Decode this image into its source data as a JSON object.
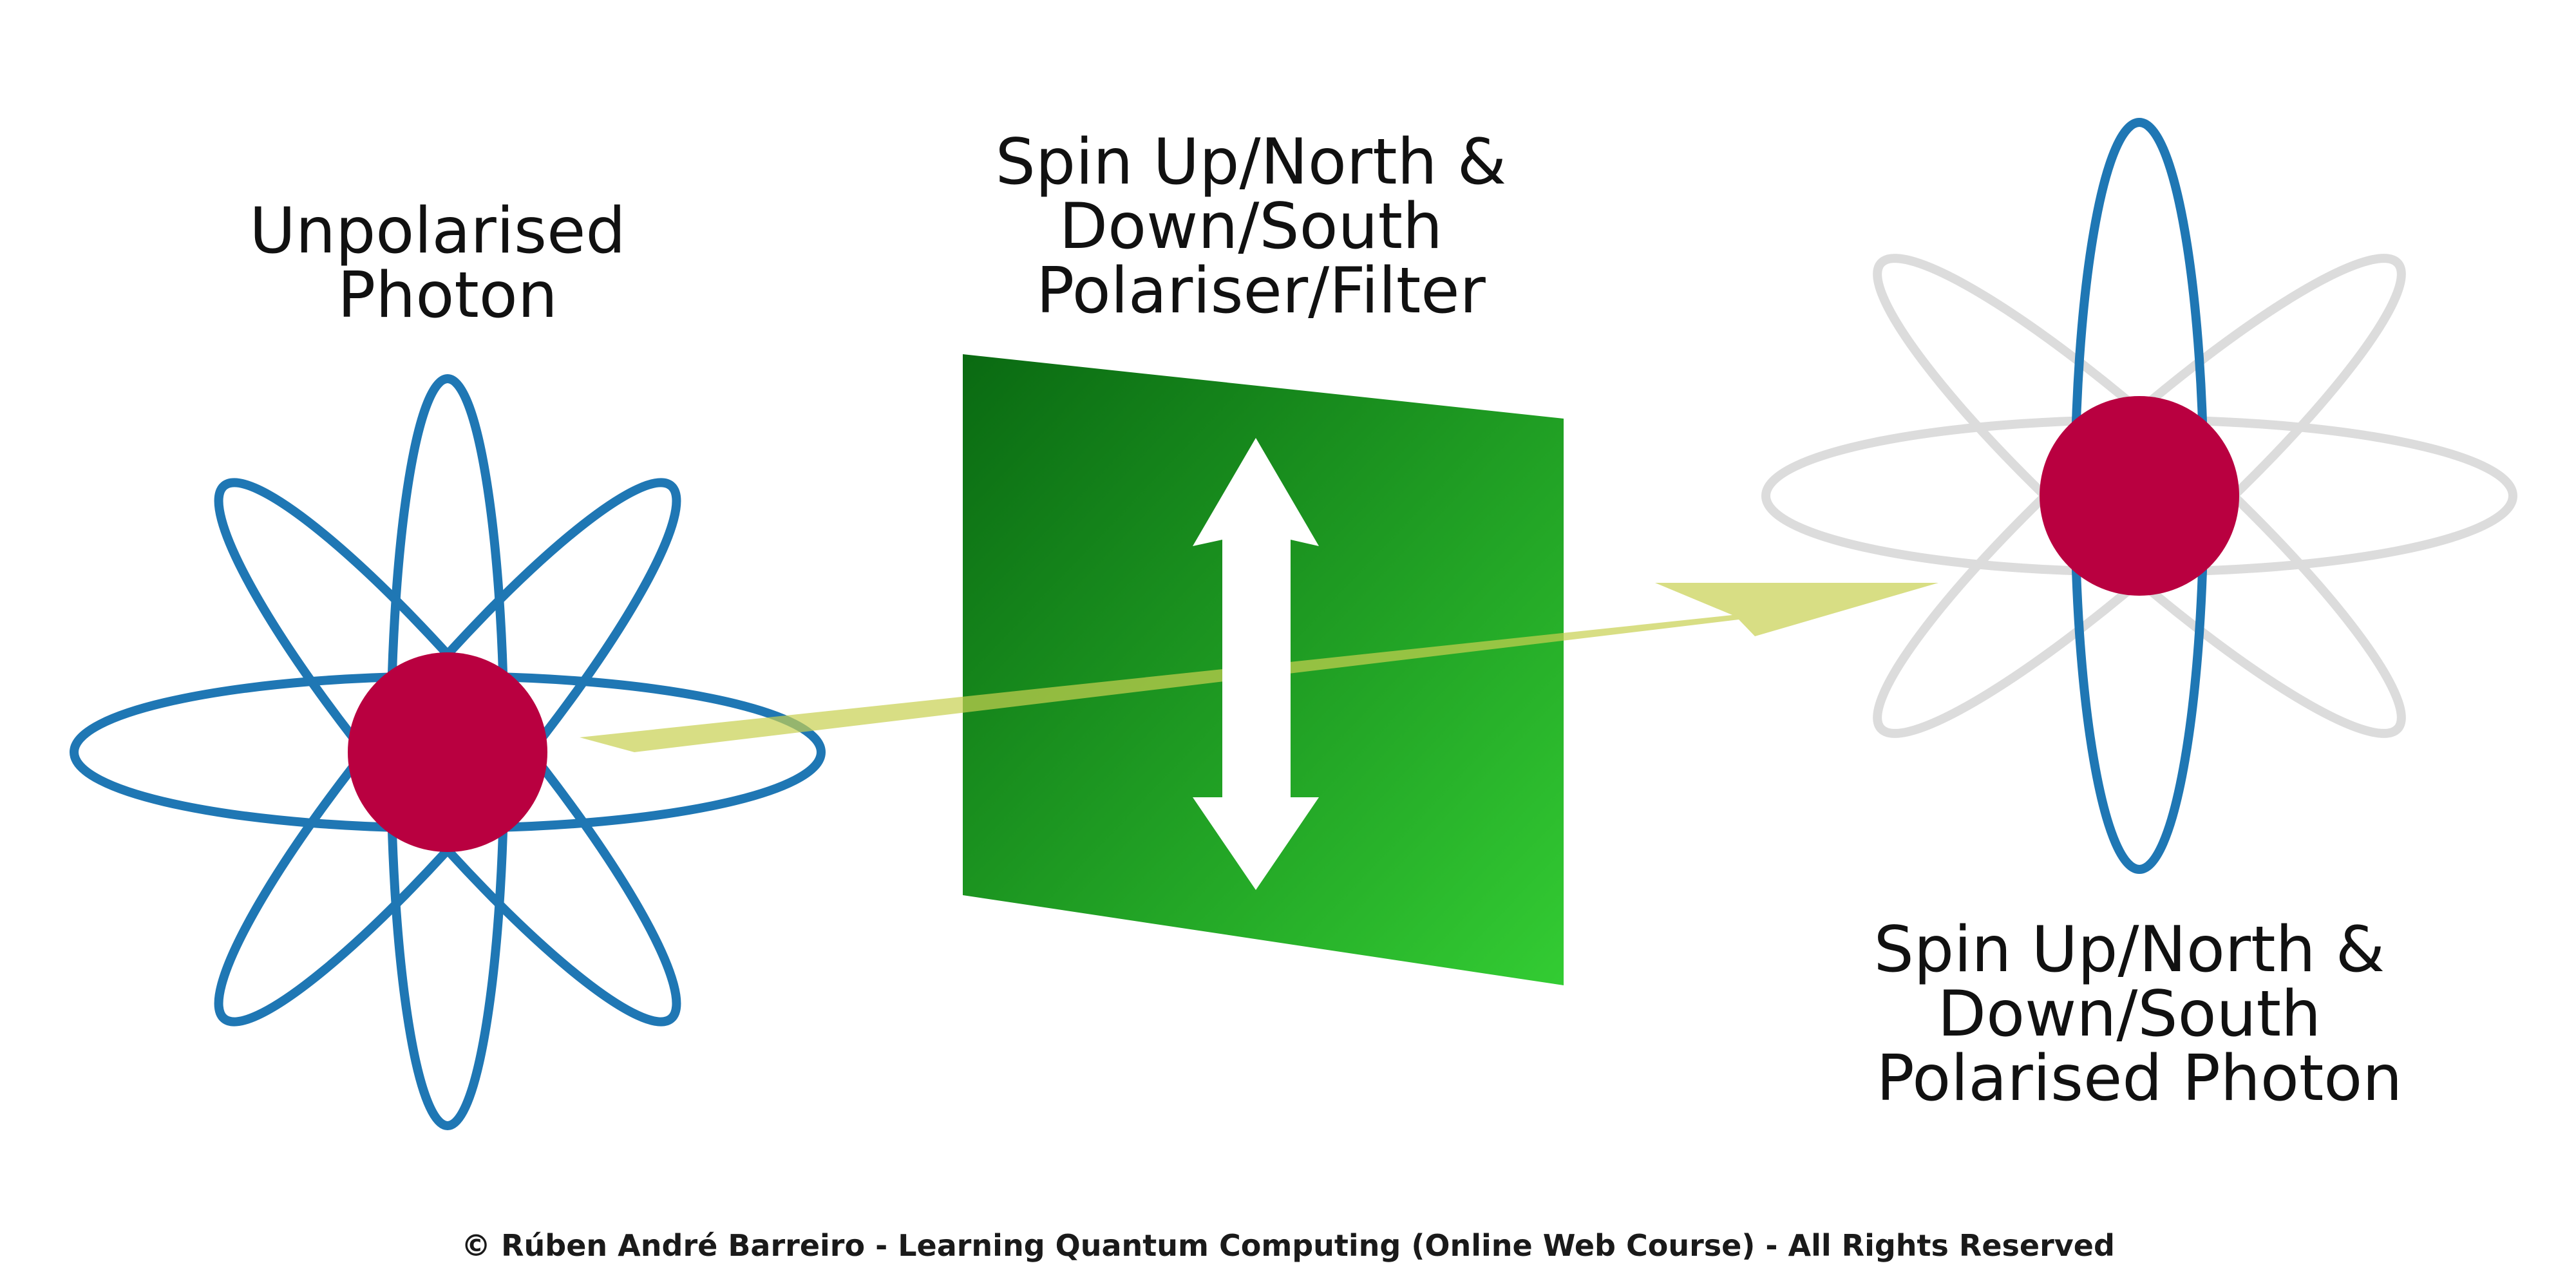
{
  "labels": {
    "unpolarised_photon": [
      "Unpolarised",
      "Photon"
    ],
    "polariser_filter": [
      "Spin Up/North &",
      "Down/South",
      "Polariser/Filter"
    ],
    "polarised_photon": [
      "Spin Up/North &",
      "Down/South",
      "Polarised Photon"
    ]
  },
  "footer": {
    "copyright": "© Rúben André Barreiro - Learning Quantum Computing (Online Web Course) - All Rights Reserved"
  },
  "colors": {
    "orbit": "#1f77b4",
    "orbit_faded": "#dcdcdc",
    "nucleus": "#b90040",
    "filter_dark": "#0a6a12",
    "filter_light": "#33cc33",
    "beam": "#c8d050",
    "arrow": "#ffffff"
  },
  "icons": {
    "unpolarised_photon": "atom-icon",
    "polarised_photon": "atom-icon",
    "polarisation_axis": "double-arrow-vertical-icon"
  }
}
